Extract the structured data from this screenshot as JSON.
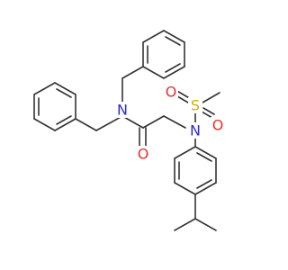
{
  "atoms": {
    "n_amide": "N",
    "o_carbonyl": "O",
    "n_sulfonamide": "N",
    "sulfur": "S",
    "o_sulfonyl_left": "O",
    "o_sulfonyl_bottom": "O"
  },
  "colors": {
    "bond": "#333333",
    "nitrogen": "#2c2cd4",
    "oxygen": "#e4322b",
    "sulfur": "#c9b300"
  }
}
